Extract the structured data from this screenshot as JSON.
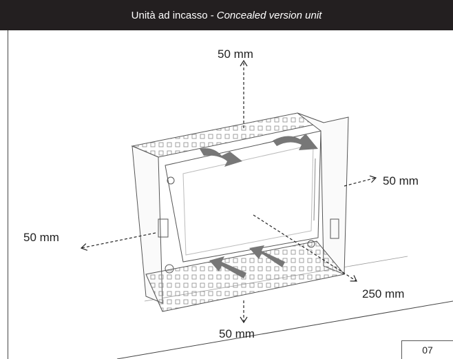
{
  "header": {
    "title_it": "Unità ad incasso -",
    "title_en": "Concealed version unit"
  },
  "labels": {
    "top": "50 mm",
    "right": "50 mm",
    "left": "50 mm",
    "front": "250 mm",
    "bottom": "50 mm"
  },
  "page_number": "07",
  "colors": {
    "header_bg": "#231f20",
    "header_text": "#ffffff",
    "airflow_arrow": "#777777",
    "line": "#222222"
  }
}
